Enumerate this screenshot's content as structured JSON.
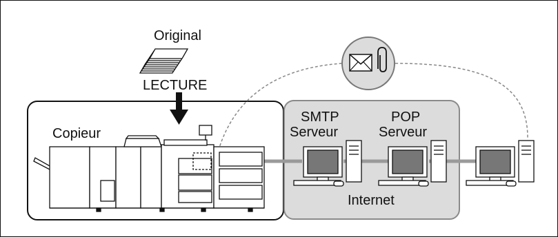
{
  "labels": {
    "original": "Original",
    "lecture": "LECTURE",
    "copieur": "Copieur",
    "smtp_line1": "SMTP",
    "smtp_line2": "Serveur",
    "pop_line1": "POP",
    "pop_line2": "Serveur",
    "internet": "Internet"
  },
  "icons": {
    "document": "document-stack-icon",
    "arrow": "down-arrow-icon",
    "mail": "envelope-icon",
    "attachment": "paperclip-icon",
    "copier": "printer-system-icon",
    "computer": "desktop-computer-icon"
  },
  "colors": {
    "internet_bg": "#dcdcdc",
    "mail_bubble_bg": "#dcdcdc",
    "connection": "#9a9a9a",
    "outline": "#111111"
  }
}
